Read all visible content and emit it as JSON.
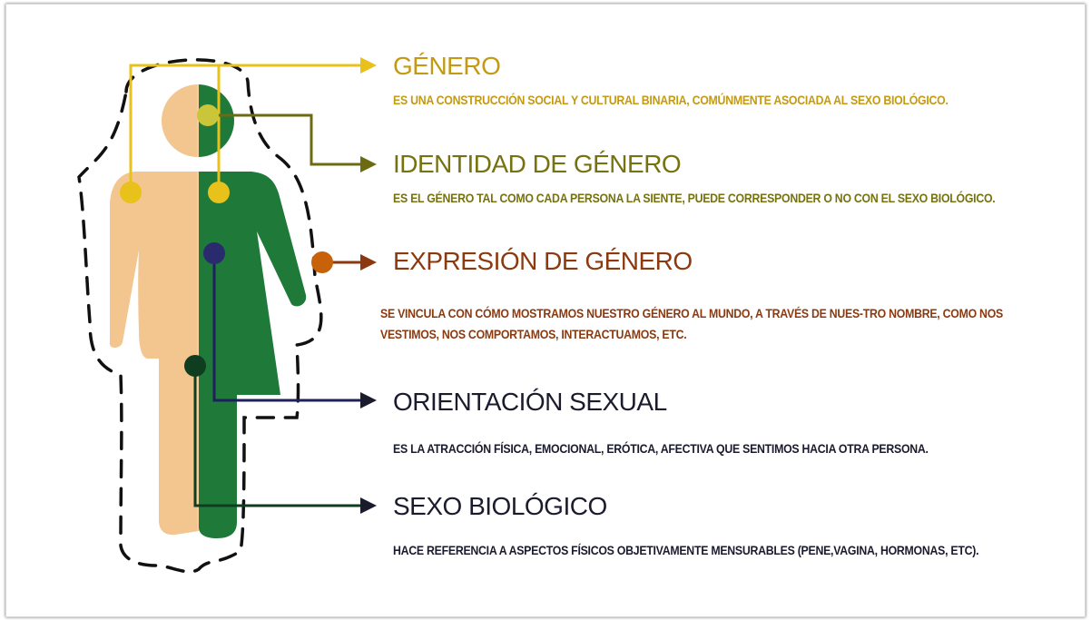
{
  "colors": {
    "skin": "#f3c58f",
    "green": "#1f7a3a",
    "gold": "#e8c21a",
    "olive": "#6e6a12",
    "orange": "#c8620a",
    "navy": "#1f1f5e",
    "dark_green": "#0f3d1f",
    "genero": "#c49a12",
    "identidad": "#76720f",
    "expresion": "#8b3a10",
    "orientacion": "#1b1b2e",
    "sexo": "#1b1b2e"
  },
  "sections": {
    "genero": {
      "title": "GÉNERO",
      "description": "ES UNA CONSTRUCCIÓN SOCIAL Y CULTURAL BINARIA, COMÚNMENTE ASOCIADA AL SEXO BIOLÓGICO."
    },
    "identidad": {
      "title": "IDENTIDAD DE GÉNERO",
      "description": "ES EL GÉNERO TAL COMO CADA PERSONA LA SIENTE, PUEDE CORRESPONDER O NO CON EL SEXO BIOLÓGICO."
    },
    "expresion": {
      "title": "EXPRESIÓN DE GÉNERO",
      "description": "SE VINCULA CON CÓMO MOSTRAMOS NUESTRO GÉNERO AL MUNDO, A TRAVÉS DE NUES-TRO NOMBRE, COMO NOS VESTIMOS, NOS COMPORTAMOS, INTERACTUAMOS, ETC."
    },
    "orientacion": {
      "title": "ORIENTACIÓN SEXUAL",
      "description": "ES LA ATRACCIÓN FÍSICA, EMOCIONAL, ERÓTICA, AFECTIVA QUE SENTIMOS HACIA OTRA PERSONA."
    },
    "sexo": {
      "title": "SEXO BIOLÓGICO",
      "description": "HACE REFERENCIA A ASPECTOS FÍSICOS OBJETIVAMENTE MENSURABLES (PENE,VAGINA, HORMONAS, ETC)."
    }
  }
}
